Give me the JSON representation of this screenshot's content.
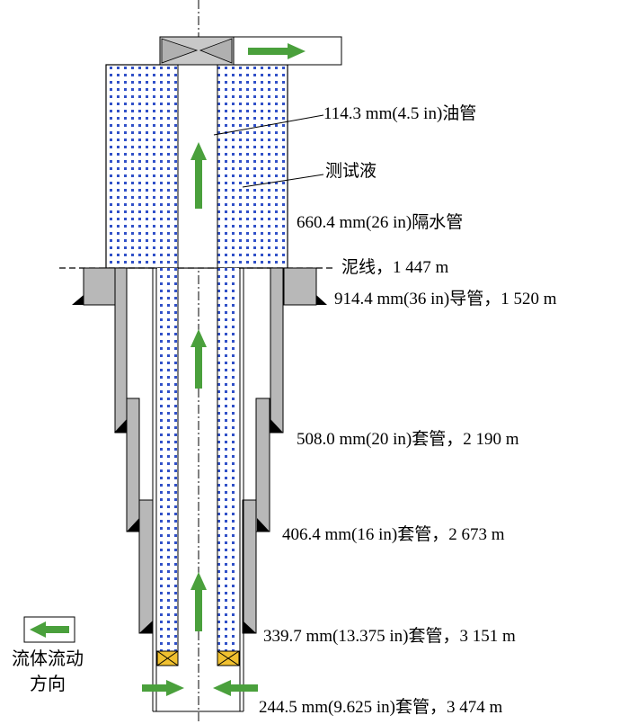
{
  "labels": {
    "tubing": "114.3 mm(4.5 in)油管",
    "test_fluid": "测试液",
    "riser": "660.4 mm(26 in)隔水管",
    "mudline": "泥线，1 447 m",
    "conductor": "914.4 mm(36 in)导管，1 520 m",
    "casing_20": "508.0 mm(20 in)套管，2 190 m",
    "casing_16": "406.4 mm(16 in)套管，2 673 m",
    "casing_13": "339.7 mm(13.375 in)套管，3 151 m",
    "casing_9": "244.5 mm(9.625 in)套管，3 474 m"
  },
  "legend": {
    "line1": "流体流动",
    "line2": "方向"
  },
  "colors": {
    "fluid_dot": "#3050c8",
    "flow_arrow": "#4aa03c",
    "casing_fill": "#b8b8b8",
    "packer_fill": "#f0c030",
    "valve_fill": "#c8c8c8"
  }
}
